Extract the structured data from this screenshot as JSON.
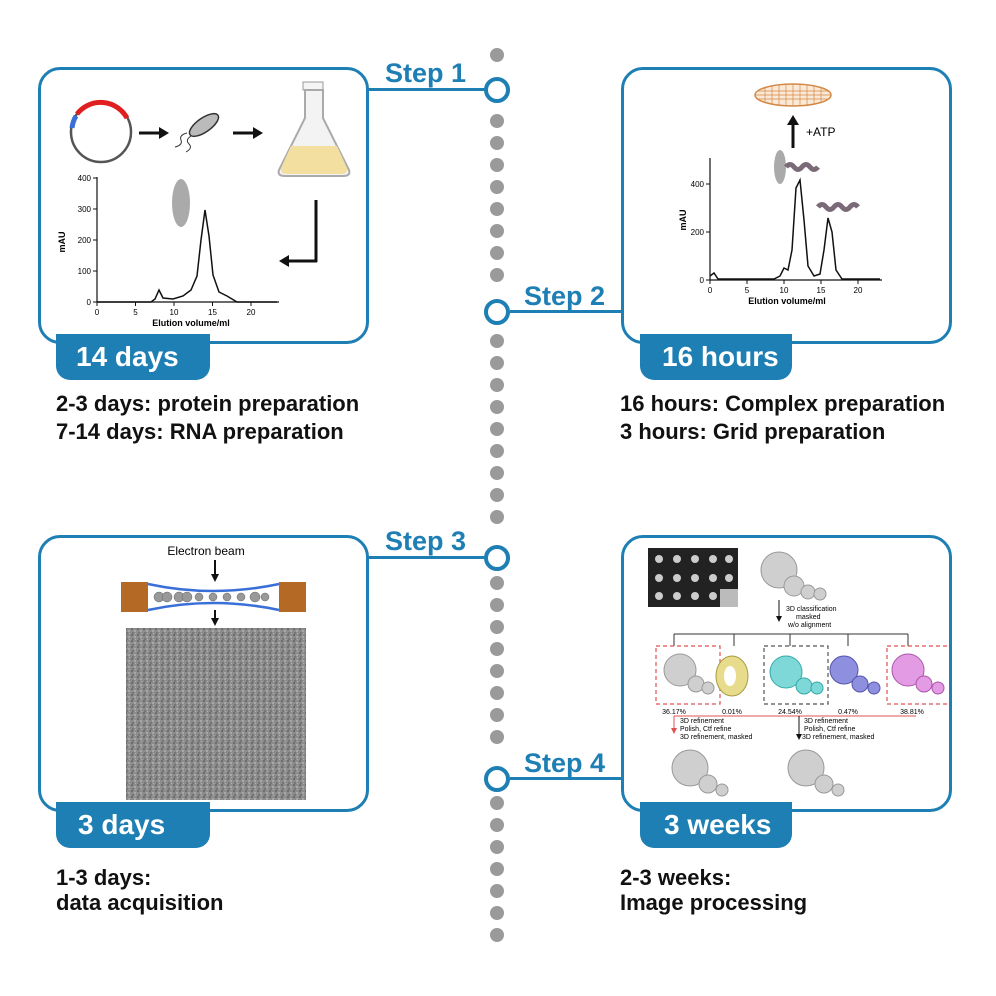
{
  "steps": [
    {
      "label": "Step 1",
      "duration": "14 days",
      "lines": [
        "2-3 days: protein preparation",
        "7-14 days: RNA preparation"
      ]
    },
    {
      "label": "Step 2",
      "duration": "16 hours",
      "lines": [
        "16 hours: Complex preparation",
        "3 hours: Grid preparation"
      ]
    },
    {
      "label": "Step 3",
      "duration": "3 days",
      "lines": [
        "1-3 days:",
        "data acquisition"
      ]
    },
    {
      "label": "Step 4",
      "duration": "3 weeks",
      "lines": [
        "2-3 weeks:",
        "Image processing"
      ]
    }
  ],
  "panel1": {
    "ylabel": "mAU",
    "xlabel": "Elution volume/ml",
    "yticks": [
      "0",
      "100",
      "200",
      "300",
      "400"
    ],
    "xticks": [
      "0",
      "5",
      "10",
      "15",
      "20"
    ]
  },
  "panel2": {
    "ylabel": "mAU",
    "xlabel": "Elution volume/ml",
    "yticks": [
      "0",
      "200",
      "400"
    ],
    "xticks": [
      "0",
      "5",
      "10",
      "15",
      "20"
    ],
    "atp_label": "+ATP"
  },
  "panel3": {
    "beam_label": "Electron beam"
  },
  "panel4": {
    "classification_label_1": "3D classification",
    "classification_label_2": "masked",
    "classification_label_3": "w/o alignment",
    "percentages": [
      "36.17%",
      "0.01%",
      "24.54%",
      "0.47%",
      "38.81%"
    ],
    "refine_left": [
      "3D refinement",
      "Polish, Ctf refine",
      "3D refinement, masked"
    ],
    "refine_right": [
      "3D refinement",
      "Polish, Ctf refine",
      "3D refinement, masked"
    ]
  },
  "colors": {
    "accent": "#1d7fb3",
    "timeline_dot": "#9a9a9a",
    "plasmid_red": "#e02020",
    "plasmid_blue": "#3a6fd8",
    "flask_liquid": "#f3dfa0",
    "membrane_brown": "#b46a25",
    "class_yellow": "#e6dc8c",
    "class_cyan": "#7fd8d8",
    "class_blue": "#8f8fe0",
    "class_pink": "#e39be3"
  }
}
